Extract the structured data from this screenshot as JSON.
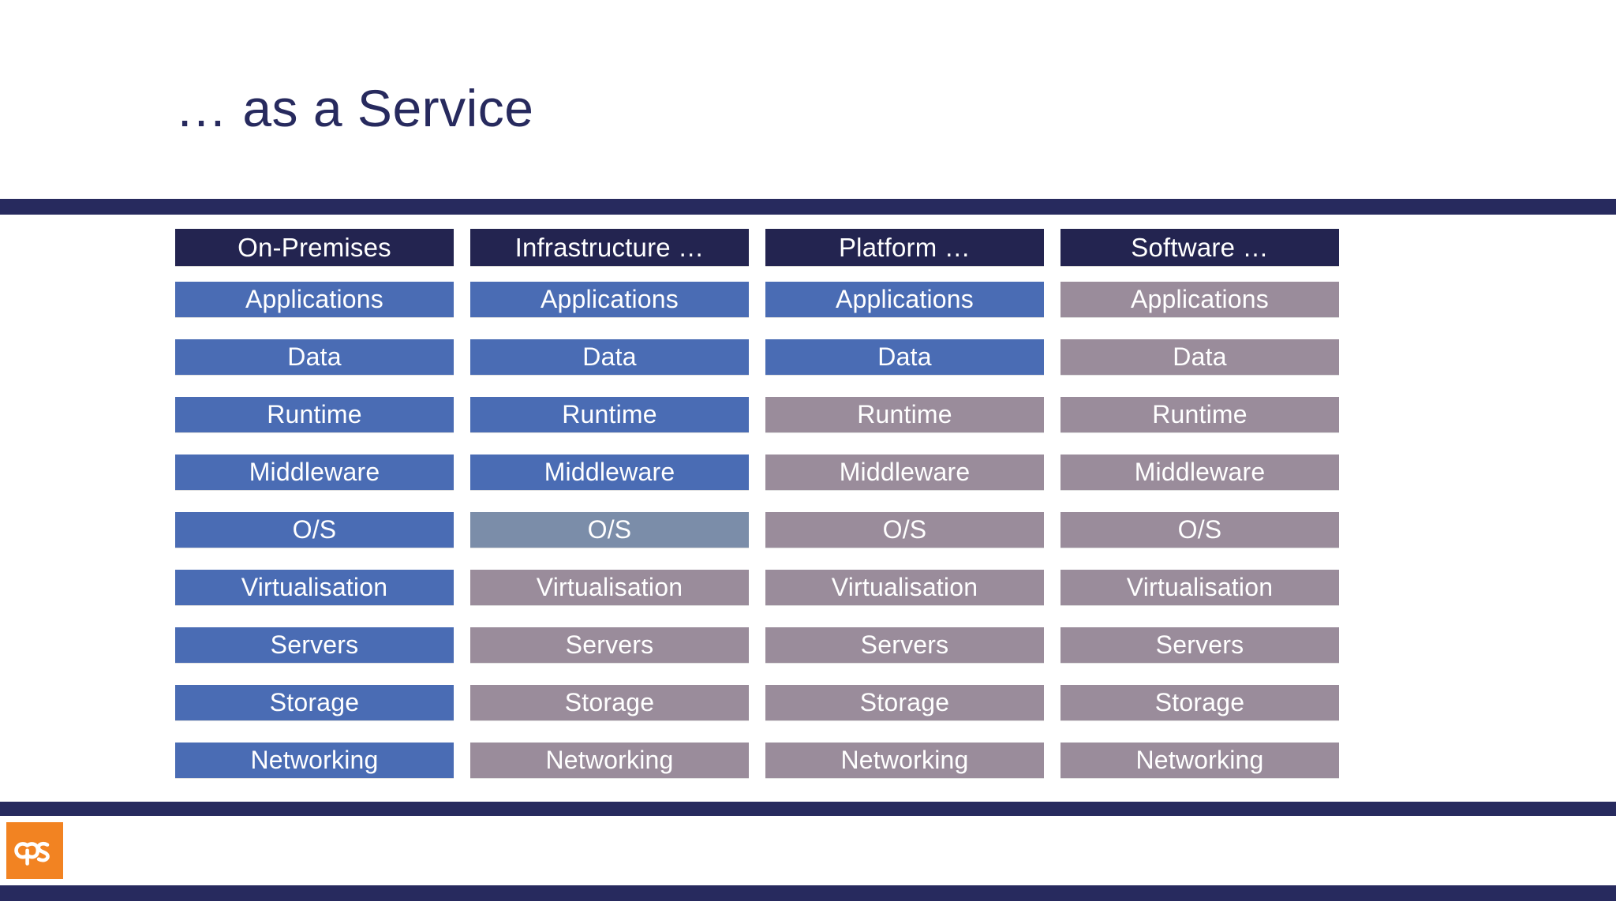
{
  "slide": {
    "title": "… as a Service",
    "background_color": "#FFFFFF",
    "accent_navy": "#272A5E",
    "logo_orange": "#F28322"
  },
  "matrix": {
    "layer_names": [
      "Applications",
      "Data",
      "Runtime",
      "Middleware",
      "O/S",
      "Virtualisation",
      "Servers",
      "Storage",
      "Networking"
    ],
    "tones": {
      "blue": "#4A6CB4",
      "mauve": "#9A8C9B",
      "steel": "#7B8DA9",
      "header": "#232450"
    },
    "columns": [
      {
        "header": "On-Premises",
        "cells": [
          {
            "label": "Applications",
            "tone": "blue"
          },
          {
            "label": "Data",
            "tone": "blue"
          },
          {
            "label": "Runtime",
            "tone": "blue"
          },
          {
            "label": "Middleware",
            "tone": "blue"
          },
          {
            "label": "O/S",
            "tone": "blue"
          },
          {
            "label": "Virtualisation",
            "tone": "blue"
          },
          {
            "label": "Servers",
            "tone": "blue"
          },
          {
            "label": "Storage",
            "tone": "blue"
          },
          {
            "label": "Networking",
            "tone": "blue"
          }
        ]
      },
      {
        "header": "Infrastructure …",
        "cells": [
          {
            "label": "Applications",
            "tone": "blue"
          },
          {
            "label": "Data",
            "tone": "blue"
          },
          {
            "label": "Runtime",
            "tone": "blue"
          },
          {
            "label": "Middleware",
            "tone": "blue"
          },
          {
            "label": "O/S",
            "tone": "steel"
          },
          {
            "label": "Virtualisation",
            "tone": "mauve"
          },
          {
            "label": "Servers",
            "tone": "mauve"
          },
          {
            "label": "Storage",
            "tone": "mauve"
          },
          {
            "label": "Networking",
            "tone": "mauve"
          }
        ]
      },
      {
        "header": "Platform …",
        "cells": [
          {
            "label": "Applications",
            "tone": "blue"
          },
          {
            "label": "Data",
            "tone": "blue"
          },
          {
            "label": "Runtime",
            "tone": "mauve"
          },
          {
            "label": "Middleware",
            "tone": "mauve"
          },
          {
            "label": "O/S",
            "tone": "mauve"
          },
          {
            "label": "Virtualisation",
            "tone": "mauve"
          },
          {
            "label": "Servers",
            "tone": "mauve"
          },
          {
            "label": "Storage",
            "tone": "mauve"
          },
          {
            "label": "Networking",
            "tone": "mauve"
          }
        ]
      },
      {
        "header": "Software …",
        "cells": [
          {
            "label": "Applications",
            "tone": "mauve"
          },
          {
            "label": "Data",
            "tone": "mauve"
          },
          {
            "label": "Runtime",
            "tone": "mauve"
          },
          {
            "label": "Middleware",
            "tone": "mauve"
          },
          {
            "label": "O/S",
            "tone": "mauve"
          },
          {
            "label": "Virtualisation",
            "tone": "mauve"
          },
          {
            "label": "Servers",
            "tone": "mauve"
          },
          {
            "label": "Storage",
            "tone": "mauve"
          },
          {
            "label": "Networking",
            "tone": "mauve"
          }
        ]
      }
    ]
  },
  "footer": {
    "logo_text": "cps"
  }
}
